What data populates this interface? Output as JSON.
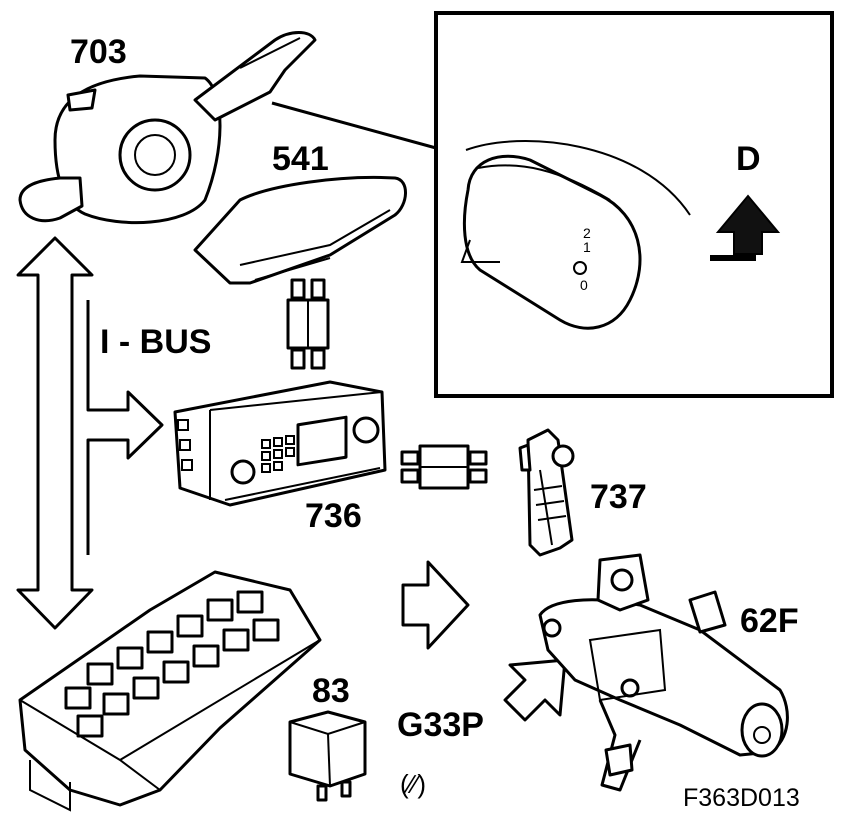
{
  "labels": {
    "stalk_switch": "703",
    "rain_sensor": "541",
    "bus": "I - BUS",
    "control_module": "736",
    "wiper_relay_unit": "737",
    "wiper_motor": "62F",
    "relay": "83",
    "ground": "G33P",
    "ground_symbol": "(∕∕)",
    "detail_arrow": "D",
    "figure_id": "F363D013"
  },
  "detail_scale": [
    "2",
    "1",
    "0"
  ]
}
